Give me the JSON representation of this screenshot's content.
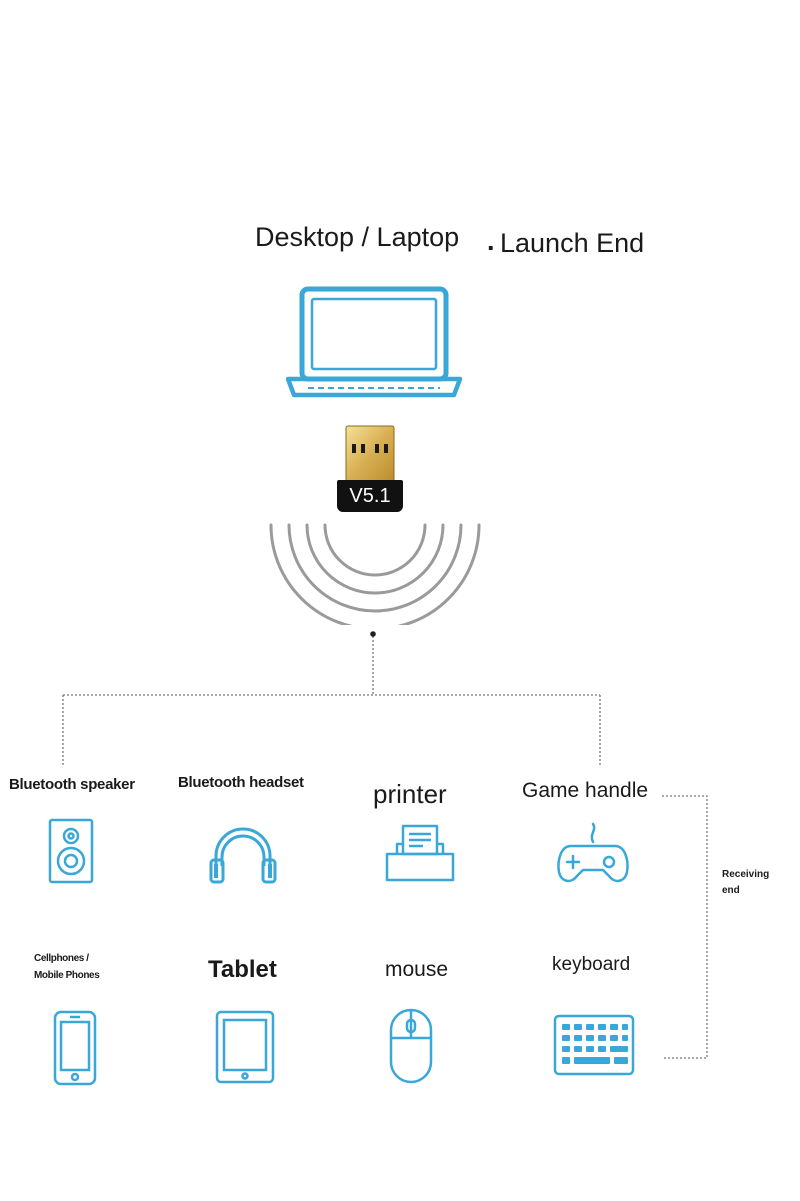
{
  "header": {
    "title_left": "Desktop / Laptop",
    "title_dot": ".",
    "title_right": "Launch End"
  },
  "adapter": {
    "badge": "V5.1"
  },
  "receiving_label_line1": "Receiving",
  "receiving_label_line2": "end",
  "devices": {
    "speaker": "Bluetooth speaker",
    "headset": "Bluetooth headset",
    "printer": "printer",
    "game": "Game handle",
    "phone_line1": "Cellphones /",
    "phone_line2": "Mobile Phones",
    "tablet": "Tablet",
    "mouse": "mouse",
    "keyboard": "keyboard"
  },
  "colors": {
    "icon_blue": "#3aa7d9",
    "line_gray": "#777777"
  },
  "icons": [
    "laptop-icon",
    "usb-adapter-icon",
    "wireless-signal-icon",
    "speaker-icon",
    "headphones-icon",
    "printer-icon",
    "gamepad-icon",
    "smartphone-icon",
    "tablet-icon",
    "mouse-icon",
    "keyboard-icon"
  ]
}
